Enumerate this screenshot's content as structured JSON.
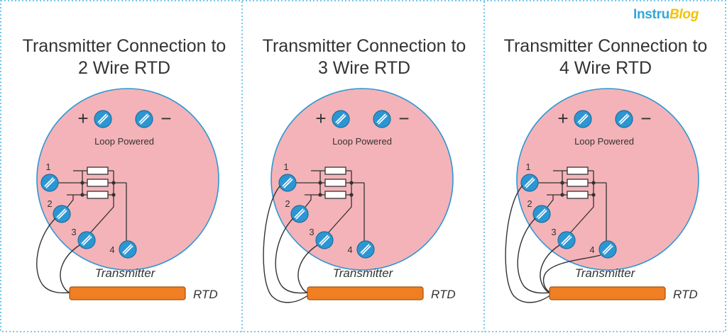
{
  "logo": {
    "part1": "Instru",
    "part2": "Blog"
  },
  "panels": [
    {
      "title_line1": "Transmitter Connection to",
      "title_line2": "2 Wire RTD",
      "wires": 2
    },
    {
      "title_line1": "Transmitter Connection to",
      "title_line2": "3 Wire RTD",
      "wires": 3
    },
    {
      "title_line1": "Transmitter Connection to",
      "title_line2": "4 Wire RTD",
      "wires": 4
    }
  ],
  "labels": {
    "plus": "+",
    "minus": "−",
    "loop_powered": "Loop Powered",
    "transmitter": "Transmitter",
    "rtd": "RTD",
    "terminal_1": "1",
    "terminal_2": "2",
    "terminal_3": "3",
    "terminal_4": "4"
  },
  "colors": {
    "housing_fill": "#f4b3b8",
    "housing_stroke": "#2c96d3",
    "terminal_fill": "#2c96d3",
    "rtd_fill": "#ef7f22",
    "divider": "#29a9e0",
    "wire": "#333333"
  }
}
